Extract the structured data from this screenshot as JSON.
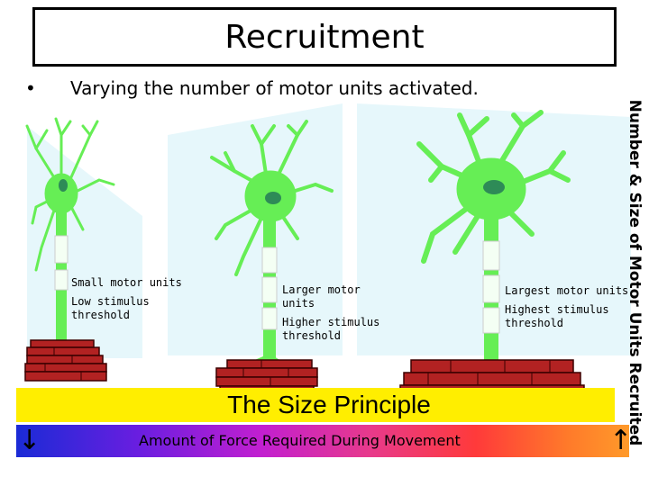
{
  "slide": {
    "title": "Recruitment",
    "bullet_marker": "•",
    "bullet_text": "Varying the number of motor units activated."
  },
  "side_label": "Number & Size of Motor Units Recruited",
  "neurons": [
    {
      "name": "small",
      "label_line1": "Small motor units",
      "label_line2": "Low stimulus",
      "label_line3": "threshold"
    },
    {
      "name": "larger",
      "label_line1": "Larger motor",
      "label_line1b": "units",
      "label_line2": "Higher stimulus",
      "label_line3": "threshold"
    },
    {
      "name": "largest",
      "label_line1": "Largest motor units",
      "label_line2": "Highest stimulus",
      "label_line3": "threshold"
    }
  ],
  "size_principle": "The Size Principle",
  "force_bar": {
    "text": "Amount of Force Required During Movement",
    "down_arrow": "↓",
    "up_arrow": "↑"
  },
  "colors": {
    "neuron": "#66ee55",
    "nucleus": "#2e8b57",
    "axon_segment": "#f4fff4",
    "brick": "#b22222",
    "brick_mortar": "#3a0000",
    "panel_light": "#e6f7fb",
    "size_bar": "#ffee00"
  }
}
